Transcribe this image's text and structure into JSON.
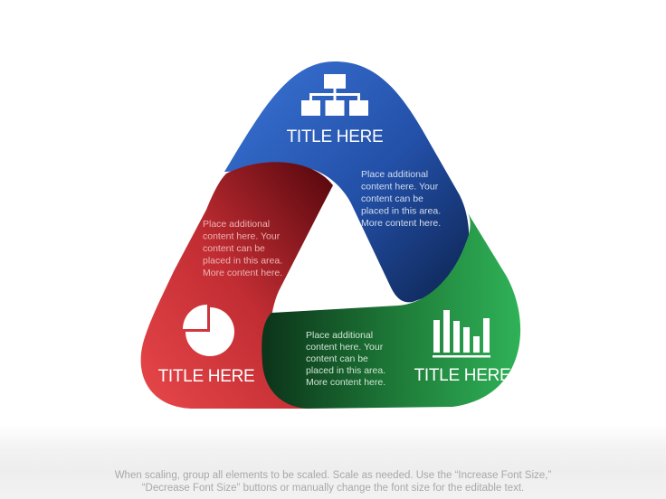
{
  "segments": {
    "blue": {
      "title": "TITLE HERE",
      "body": [
        "Place additional",
        "content here. Your",
        "content can be",
        "placed in this area.",
        "More content here."
      ],
      "icon": "org-chart-icon",
      "color": "#2a5fc0"
    },
    "red": {
      "title": "TITLE HERE",
      "body": [
        "Place additional",
        "content here. Your",
        "content can be",
        "placed in this area.",
        "More content here."
      ],
      "icon": "pie-chart-icon",
      "color": "#d9383c"
    },
    "green": {
      "title": "TITLE HERE",
      "body": [
        "Place additional",
        "content here. Your",
        "content can be",
        "placed in this area.",
        "More content here."
      ],
      "icon": "bar-chart-icon",
      "color": "#2ea84e"
    }
  },
  "footer": {
    "line1": "When scaling, group all elements to be scaled. Scale as needed. Use the “Increase Font Size,”",
    "line2": "“Decrease Font Size” buttons or manually change the font size for the editable text."
  }
}
